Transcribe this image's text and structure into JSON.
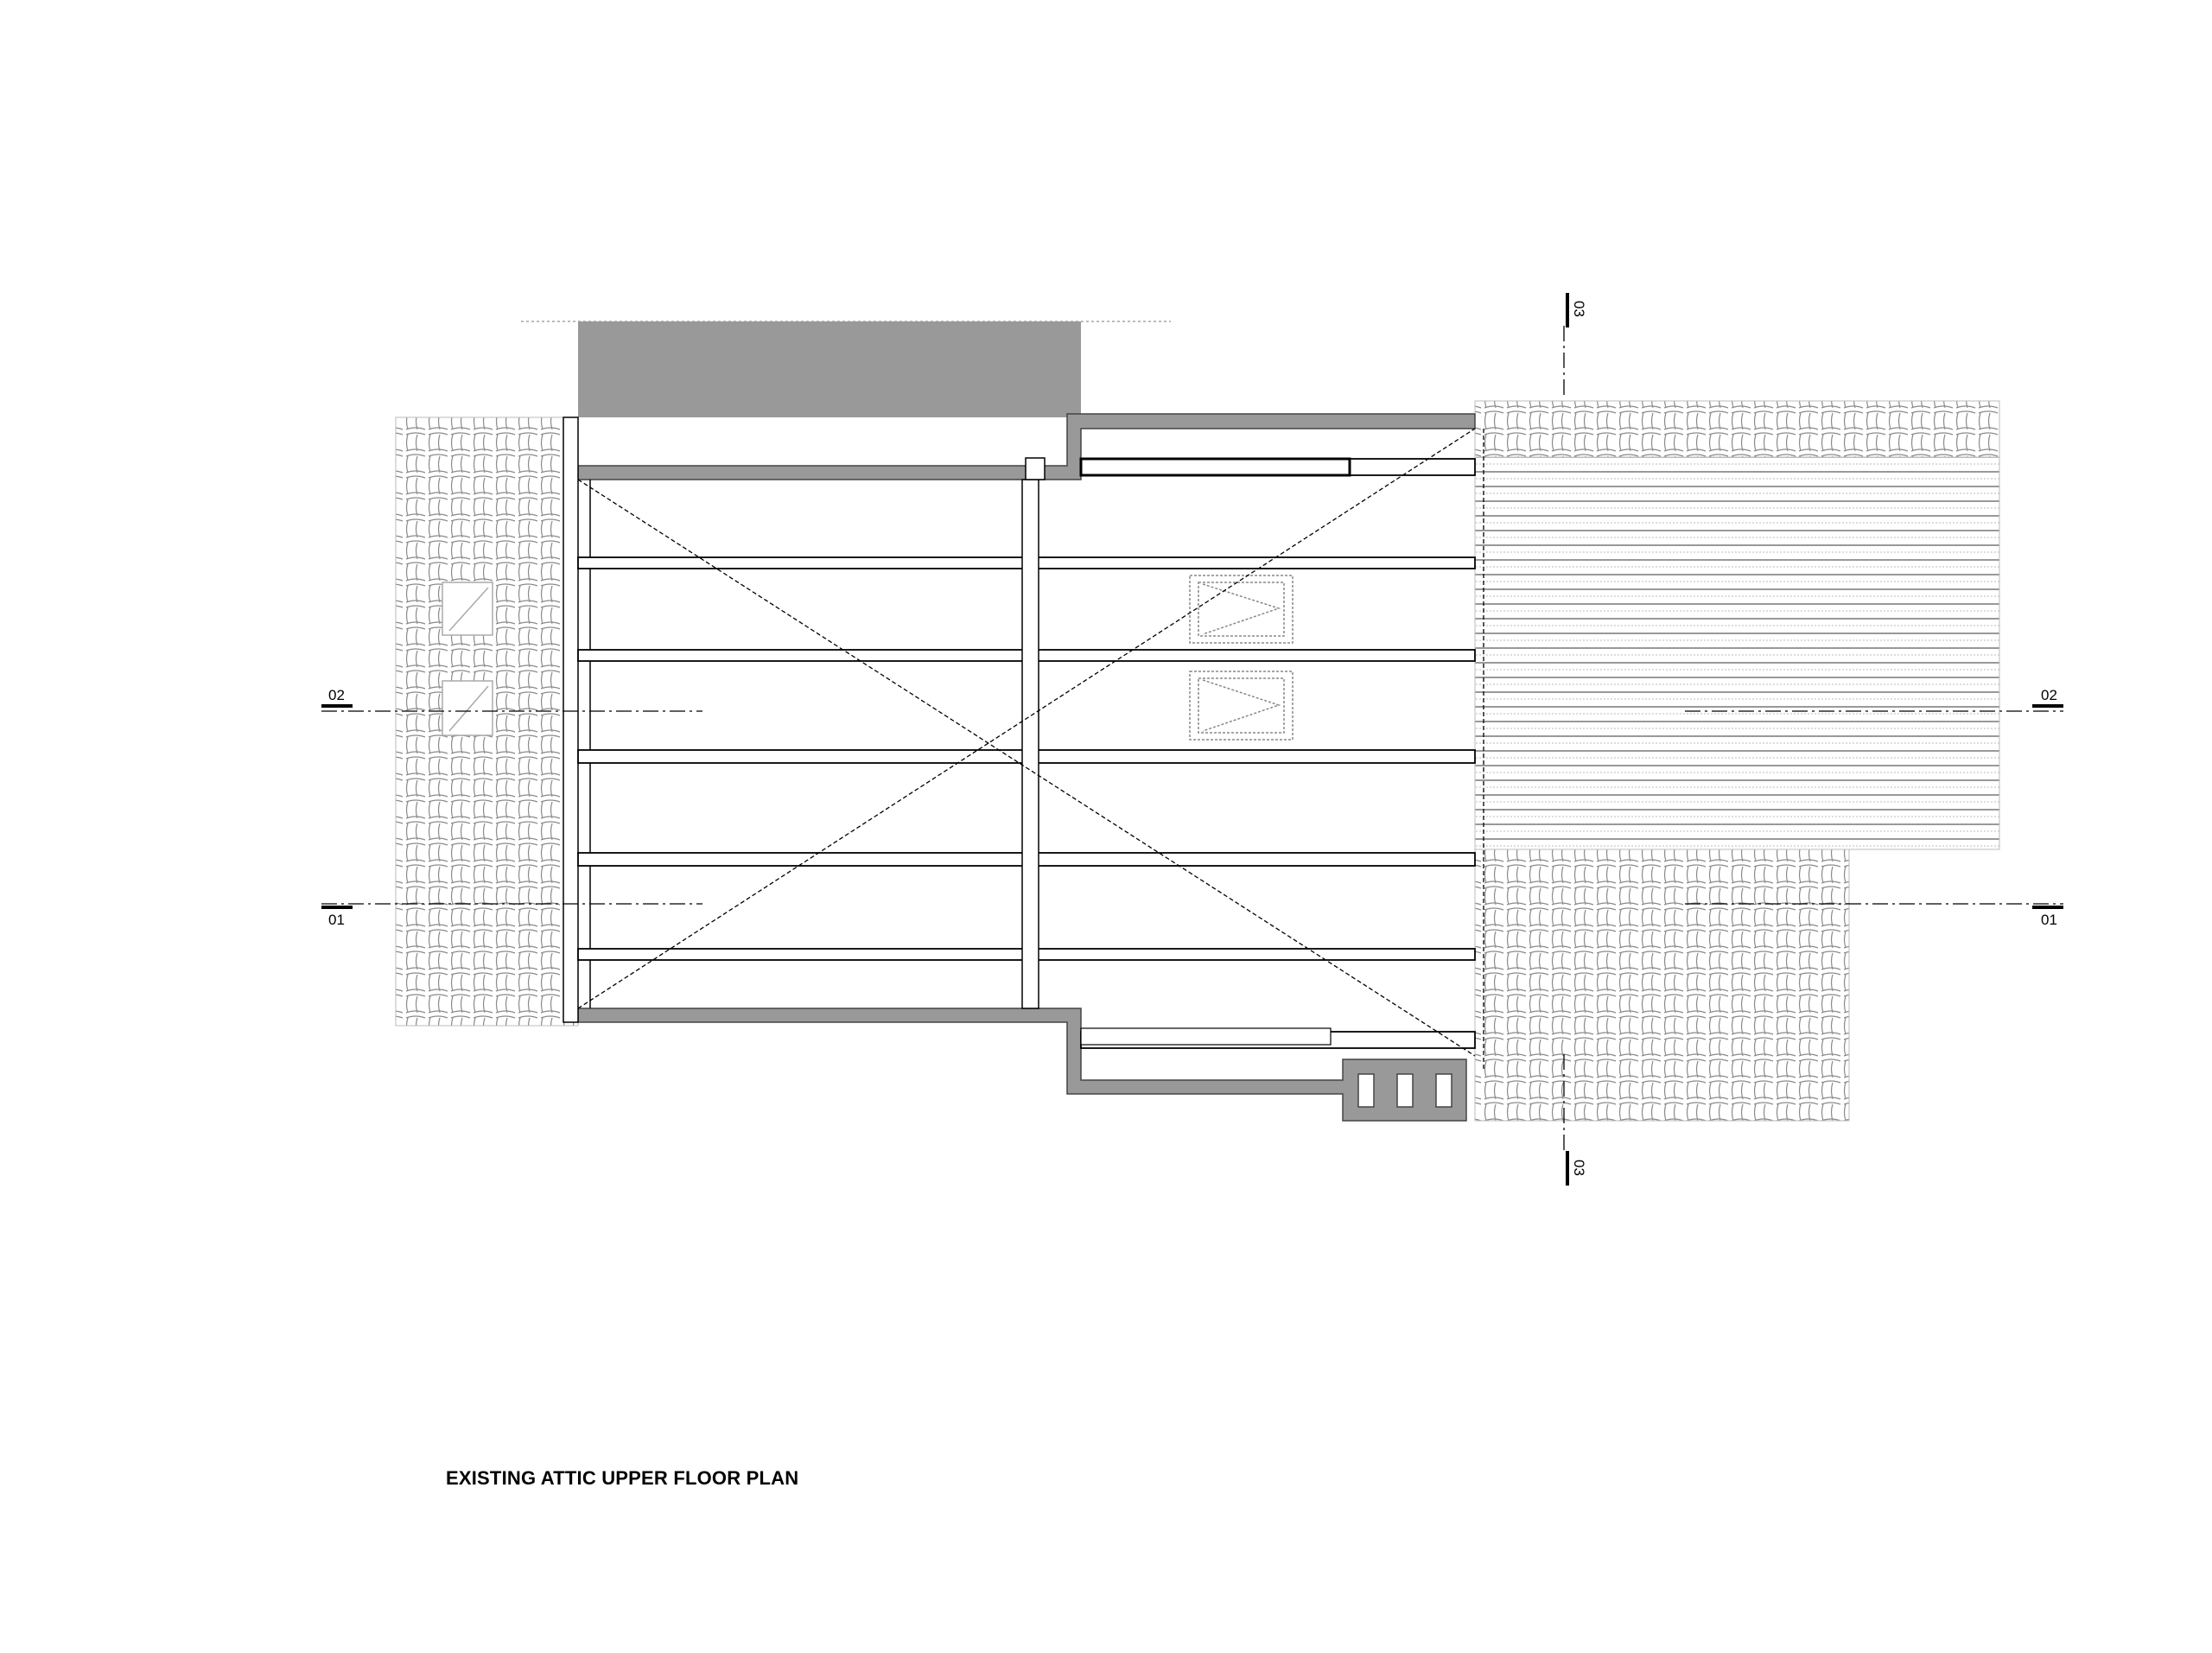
{
  "drawing": {
    "title": "EXISTING ATTIC UPPER FLOOR PLAN",
    "sections": {
      "s01_left": "01",
      "s01_right": "01",
      "s02_left": "02",
      "s02_right": "02",
      "s03_top": "03",
      "s03_bottom": "03"
    },
    "colors": {
      "wall_fill": "#999999",
      "line": "#000000",
      "tile": "#8a8a8a"
    }
  }
}
